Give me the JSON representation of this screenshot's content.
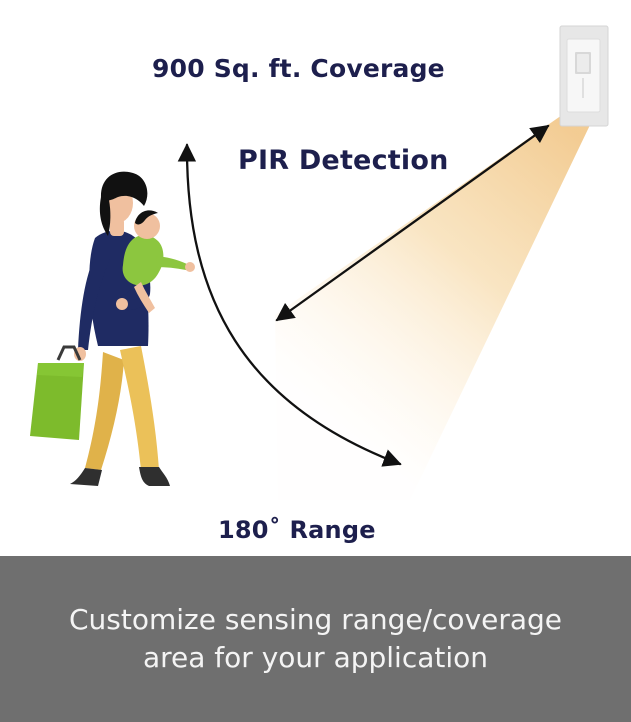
{
  "labels": {
    "coverage": "900 Sq. ft. Coverage",
    "detection": "PIR Detection",
    "range": "180˚ Range"
  },
  "footer": {
    "line1": "Customize sensing range/coverage",
    "line2": "area for your application"
  },
  "colors": {
    "label_text": "#1d1f4d",
    "footer_bg": "#6f6f6f",
    "footer_text": "#f4f4f4",
    "beam": "#f7d9a8",
    "shirt": "#1f2b63",
    "pants": "#e5b94d",
    "bag": "#7dbb2c",
    "baby_shirt": "#8cc63f"
  },
  "icons": {
    "sensor": "motion-sensor-icon",
    "person": "parent-with-baby-illustration",
    "bag": "shopping-bag-icon"
  }
}
